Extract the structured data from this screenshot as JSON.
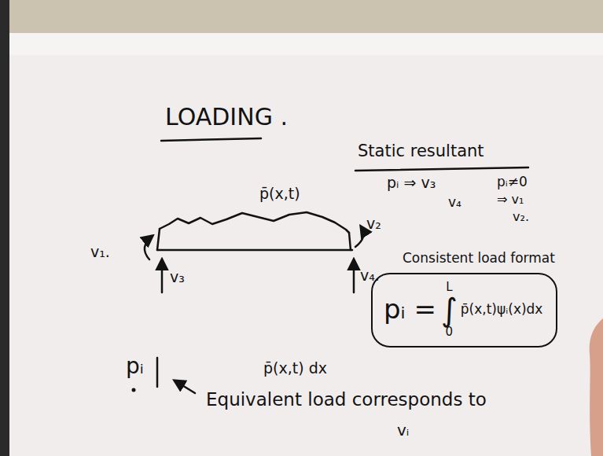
{
  "diagram": {
    "title": "LOADING .",
    "nodes": [
      {
        "text": [
          "Consistent load format",
          "pᵢ =",
          "∫",
          "L",
          "0",
          "p̄(x,t)ψᵢ(x)dx"
        ]
      }
    ],
    "labels": [
      "Static resultant",
      "pᵢ ⇒ v₃",
      "v₄",
      "pᵢ≠0",
      "⇒ v₁",
      "v₂.",
      "p̄(x,t)",
      "v₁.",
      "v₂",
      "v₃",
      "v₄.",
      "p̄(x,t) dx",
      "pᵢ",
      "Equivalent load corresponds to",
      "vᵢ"
    ]
  }
}
